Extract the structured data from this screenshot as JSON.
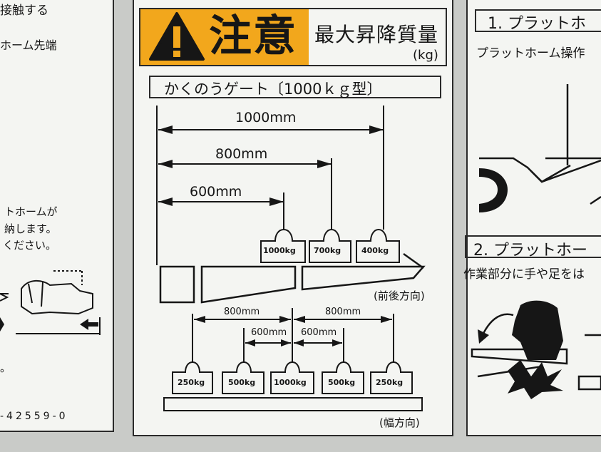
{
  "left_panel": {
    "lines": [
      "接触する",
      "ホーム先端",
      "トホームが",
      "納します。",
      "ください。",
      "。"
    ],
    "code": "-42559-0"
  },
  "center_panel": {
    "warning_word": "注意",
    "header_title": "最大昇降質量",
    "header_unit": "(kg)",
    "subtitle": "かくのうゲート〔1000ｋｇ型〕",
    "front_back": {
      "dims": [
        "1000mm",
        "800mm",
        "600mm"
      ],
      "weights": [
        "1000kg",
        "700kg",
        "400kg"
      ],
      "direction": "(前後方向)"
    },
    "width_dir": {
      "outer_dims": [
        "800mm",
        "800mm"
      ],
      "inner_dims": [
        "600mm",
        "600mm"
      ],
      "weights": [
        "250kg",
        "500kg",
        "1000kg",
        "500kg",
        "250kg"
      ],
      "direction": "(幅方向)"
    }
  },
  "right_panel": {
    "step1_title": "1. プラットホ",
    "step1_text": "プラットホーム操作",
    "step2_title": "2. プラットホー",
    "step2_text": "作業部分に手や足をは"
  },
  "colors": {
    "warning_yellow": "#f2a71c",
    "panel_bg": "#f4f5f2",
    "ink": "#161616",
    "background": "#c9cbc8"
  }
}
